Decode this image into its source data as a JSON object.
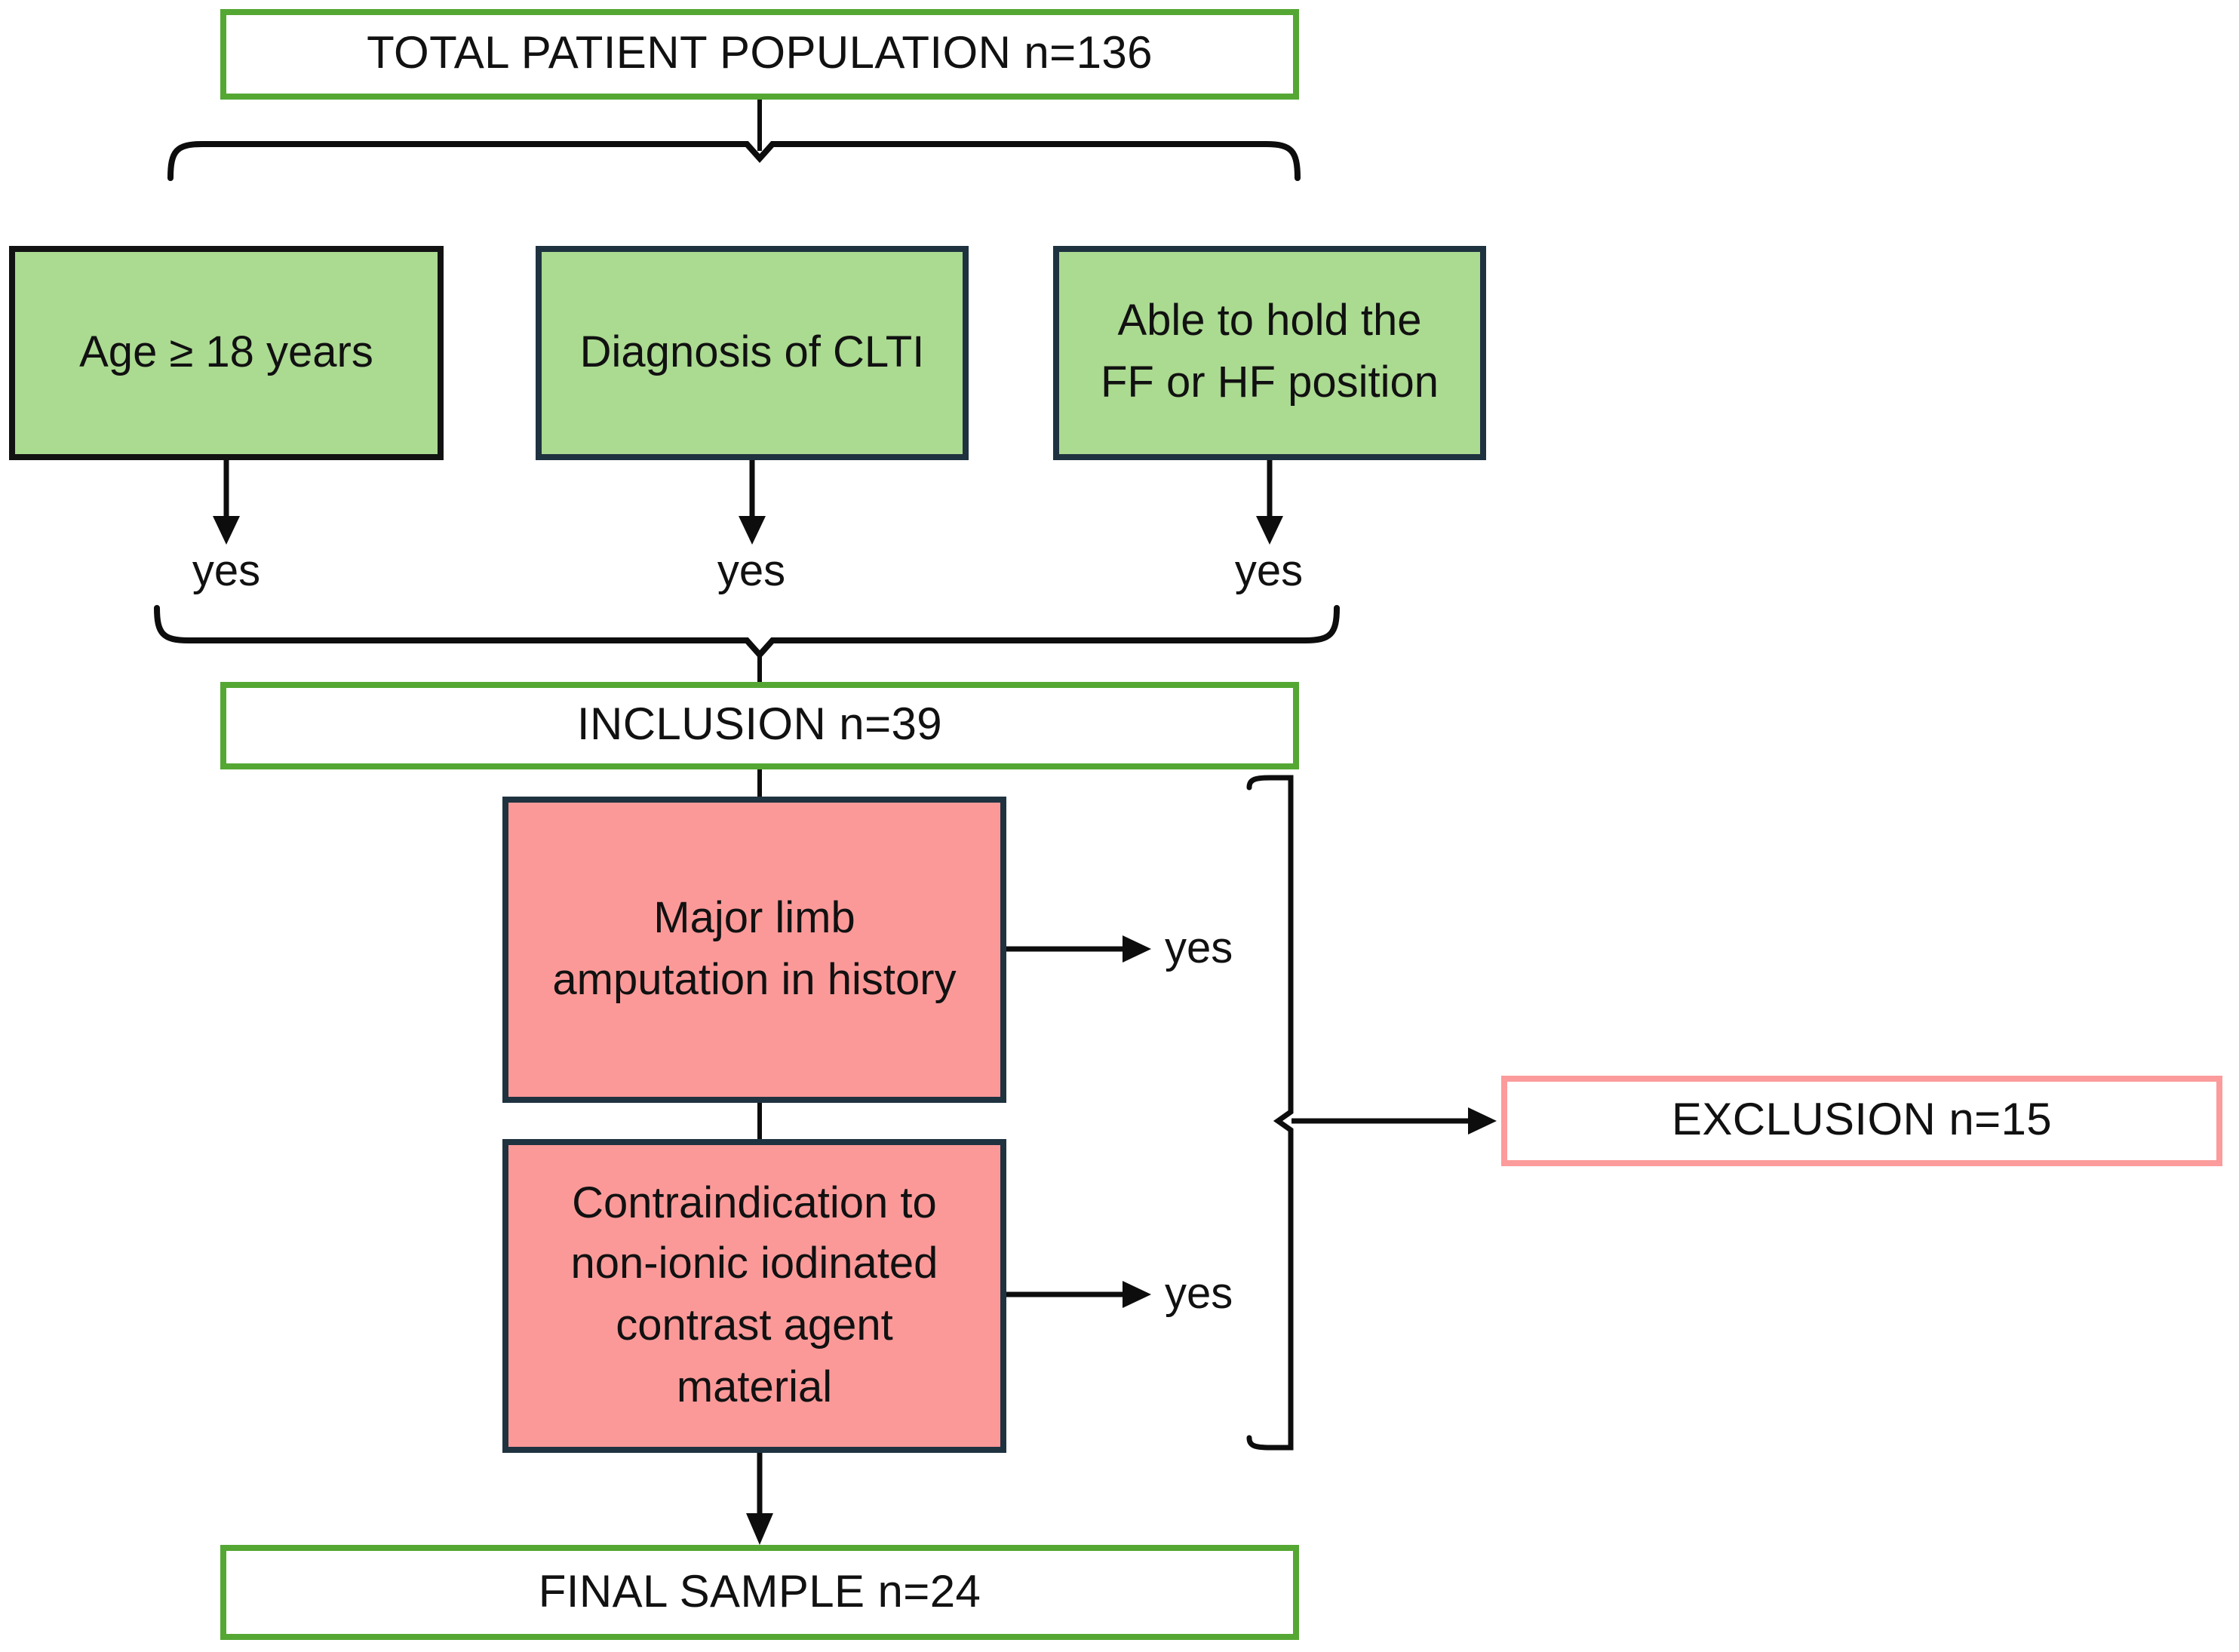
{
  "flow": {
    "total": {
      "label": "TOTAL PATIENT POPULATION n=136"
    },
    "criteria": [
      {
        "label": "Age ≥ 18 years",
        "yes_label": "yes"
      },
      {
        "label": "Diagnosis of CLTI",
        "yes_label": "yes"
      },
      {
        "label": "Able to hold the\nFF or HF position",
        "yes_label": "yes"
      }
    ],
    "inclusion": {
      "label": "INCLUSION n=39"
    },
    "exclusion_criteria": [
      {
        "label": "Major limb\namputation in history",
        "yes_label": "yes"
      },
      {
        "label": "Contraindication to\nnon-ionic iodinated\ncontrast agent\nmaterial",
        "yes_label": "yes"
      }
    ],
    "exclusion": {
      "label": "EXCLUSION n=15"
    },
    "final": {
      "label": "FINAL SAMPLE n=24"
    }
  },
  "colors": {
    "green-border": "#54A733",
    "green-fill": "#ABDA91",
    "dark-border": "#1F3240",
    "black-border": "#121212",
    "pink-fill": "#FB9999",
    "pink-border": "#FC9B9B",
    "line": "#0D0D0D",
    "text": "#111111"
  }
}
